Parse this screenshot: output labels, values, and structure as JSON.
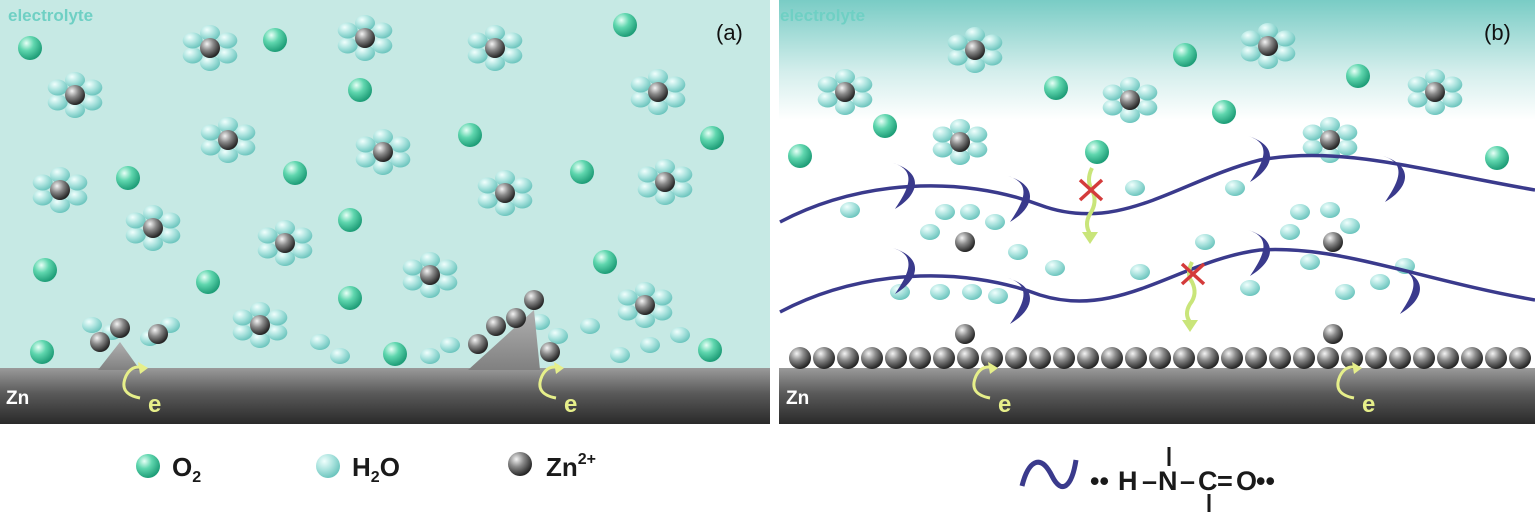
{
  "panel_a": {
    "label": "(a)",
    "region_label": "electrolyte",
    "electrode_label": "Zn",
    "electron_label": "e"
  },
  "panel_b": {
    "label": "(b)",
    "region_label": "electrolyte",
    "electrode_label": "Zn",
    "electron_label": "e"
  },
  "legend": {
    "o2": {
      "main": "O",
      "sub": "2"
    },
    "h2o": {
      "h": "H",
      "sub": "2",
      "o": "O"
    },
    "zn": {
      "main": "Zn",
      "sup": "2+"
    }
  },
  "chain_legend": {
    "dots_left": "••",
    "H": "H",
    "dash1": "–",
    "N": "N",
    "dash2": "–",
    "C": "C",
    "eq": "=",
    "O": "O",
    "dots_right": "••"
  },
  "colors": {
    "electrolyte_a": "#c6e9e4",
    "electrolyte_b_top": "#79ccc5",
    "water": "#9edbd6",
    "oxygen": "#38bf94",
    "zinc_ion": "#555555",
    "electrode": "#4a4a4a",
    "polymer": "#3a3a8c",
    "blocked_mark": "#d43b3b",
    "electron_arrow": "#e6ef8a"
  },
  "icons": {
    "oxygen": "teal-sphere",
    "water": "light-teal-sphere",
    "zinc_ion": "grey-sphere",
    "polymer": "wavy-chain",
    "blocked": "red-x"
  }
}
